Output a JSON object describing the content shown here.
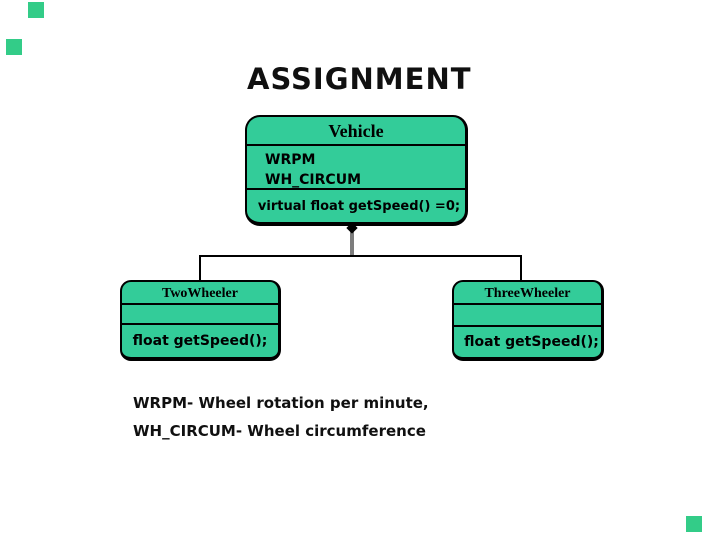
{
  "slide": {
    "title": "ASSIGNMENT",
    "notes": [
      "WRPM- Wheel rotation per minute,",
      "WH_CIRCUM- Wheel circumference"
    ],
    "colors": {
      "background": "#ffffff",
      "box_fill": "#33cc99",
      "box_border": "#000000",
      "connector_gray": "#7d7d7d",
      "corner_square_green": "#33cc88",
      "text": "#101010"
    }
  },
  "diagram": {
    "type": "uml-class-inheritance",
    "classes": [
      {
        "name": "Vehicle",
        "attributes": [
          "WRPM",
          "WH_CIRCUM"
        ],
        "methods": [
          "virtual float getSpeed() =0;"
        ]
      },
      {
        "name": "TwoWheeler",
        "attributes": [],
        "methods": [
          "float getSpeed();"
        ]
      },
      {
        "name": "ThreeWheeler",
        "attributes": [],
        "methods": [
          "float getSpeed();"
        ]
      }
    ],
    "relations": [
      {
        "from": "TwoWheeler",
        "to": "Vehicle",
        "type": "inheritance"
      },
      {
        "from": "ThreeWheeler",
        "to": "Vehicle",
        "type": "inheritance"
      }
    ]
  }
}
